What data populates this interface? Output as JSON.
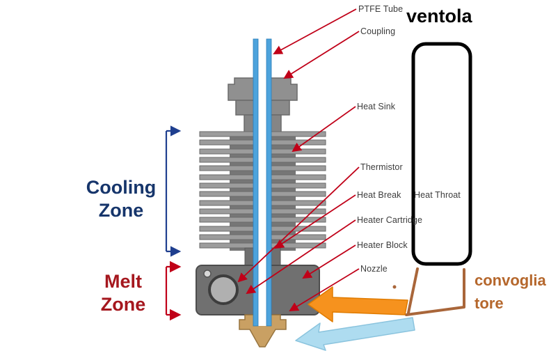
{
  "parts": {
    "ptfe_tube": "PTFE Tube",
    "coupling": "Coupling",
    "heat_sink": "Heat Sink",
    "thermistor": "Thermistor",
    "heat_break": "Heat Break",
    "heat_throat": "Heat Throat",
    "heater_cartridge": "Heater Cartridge",
    "heater_block": "Heater Block",
    "nozzle": "Nozzle"
  },
  "zones": {
    "cooling": {
      "line1": "Cooling",
      "line2": "Zone"
    },
    "melt": {
      "line1": "Melt",
      "line2": "Zone"
    }
  },
  "handwritten": {
    "fan_label": "ventola",
    "duct_label_line1": "convoglia",
    "duct_label_line2": "tore"
  },
  "colors": {
    "label_arrow_red": "#c00018",
    "cooling_zone_blue": "#16356b",
    "cooling_bracket_blue": "#1f3f8f",
    "melt_zone_red": "#a5171e",
    "fan_outline_black": "#000000",
    "duct_text_brown": "#b5672c",
    "duct_line_brown": "#a9663a",
    "airflow_orange": "#f6921e",
    "airflow_light_blue": "#aedcf0",
    "ptfe_tube_blue": "#4da3dc",
    "nozzle_brass": "#c9a063",
    "metal_gray": "#8c8c8c"
  }
}
